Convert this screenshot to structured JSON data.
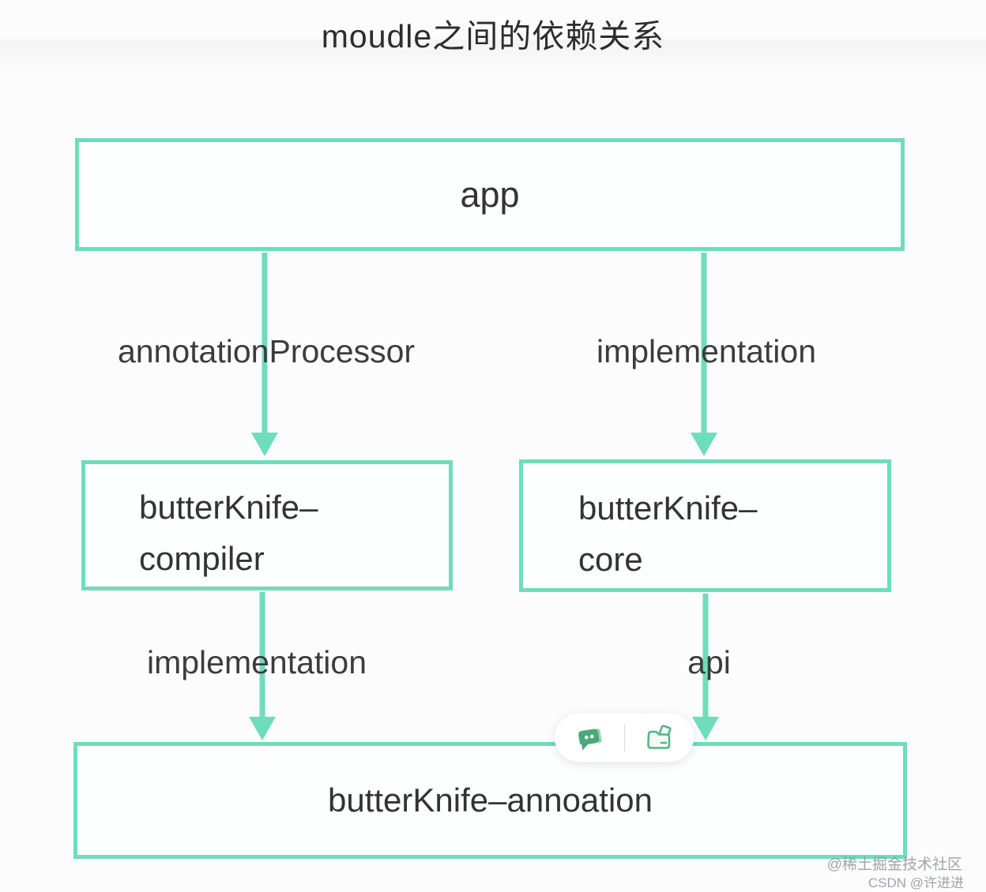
{
  "title": "moudle之间的依赖关系",
  "colors": {
    "accent_mint": "#6fdcbb",
    "node_text": "#333333",
    "icon_green": "#4ba87a",
    "watermark_gray": "#919396"
  },
  "nodes": {
    "app": {
      "label": "app"
    },
    "compiler": {
      "line1": "butterKnife–",
      "line2": "compiler"
    },
    "core": {
      "line1": "butterKnife–",
      "line2": "core"
    },
    "annotation": {
      "label": "butterKnife–annoation"
    }
  },
  "edges": {
    "app_compiler": "annotationProcessor",
    "app_core": "implementation",
    "compiler_annotation": "implementation",
    "core_annotation": "api"
  },
  "toolbar": {
    "icons": [
      "comment-icon",
      "folder-icon"
    ]
  },
  "watermarks": {
    "line1": "@稀土掘金技术社区",
    "line2": "CSDN @许进进"
  }
}
